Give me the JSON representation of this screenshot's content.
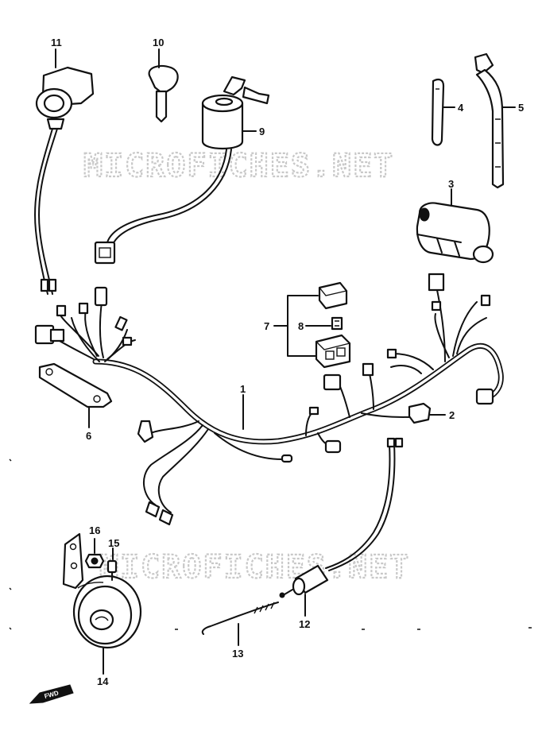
{
  "watermark": "MICROFICHES.NET",
  "forward_label": "FWD",
  "callouts": {
    "c1": "1",
    "c2": "2",
    "c3": "3",
    "c4": "4",
    "c5": "5",
    "c6": "6",
    "c7": "7",
    "c8": "8",
    "c9": "9",
    "c10": "10",
    "c11": "11",
    "c12": "12",
    "c13": "13",
    "c14": "14",
    "c15": "15",
    "c16": "16"
  }
}
